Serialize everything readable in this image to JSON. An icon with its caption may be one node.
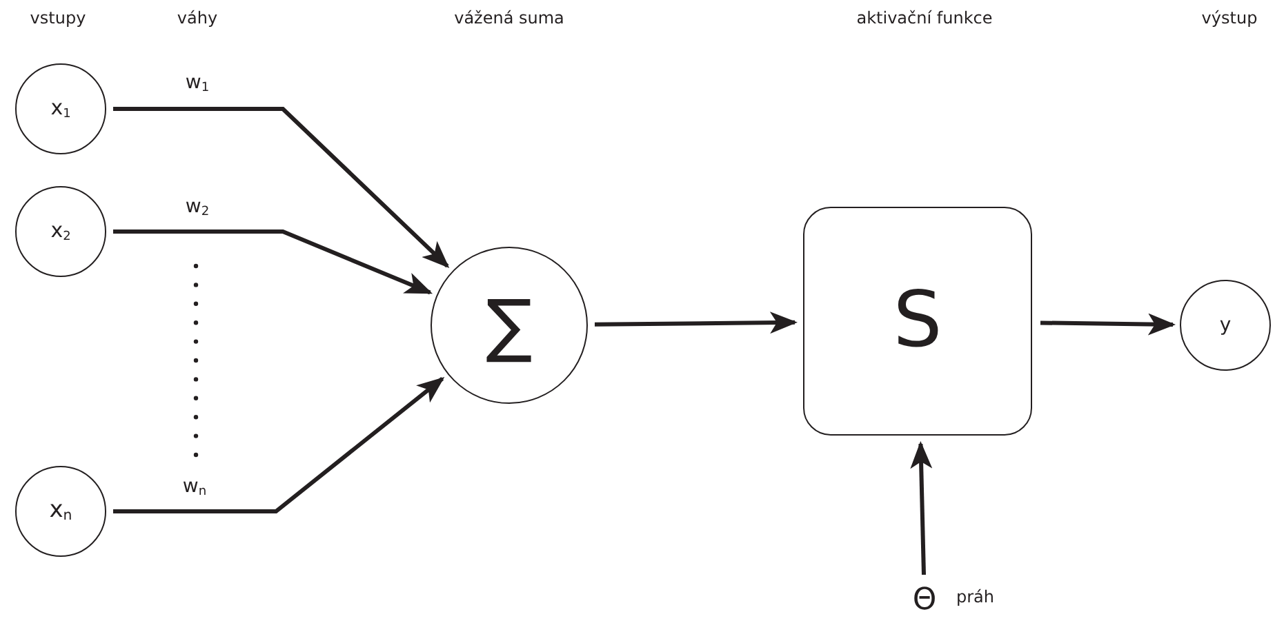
{
  "diagram": {
    "nodes": [
      {
        "text": [
          "x$_{1}$"
        ]
      },
      {
        "text": [
          "x$_{2}$"
        ]
      },
      {
        "text": [
          "x$_{n}$"
        ]
      },
      {
        "text": [
          "∑"
        ]
      },
      {
        "text": [
          "S"
        ]
      },
      {
        "text": [
          "y"
        ]
      },
      {
        "text": [
          "Θ"
        ],
        "beside": [
          "práh"
        ]
      }
    ],
    "edges": [
      {
        "from": 0,
        "to": 3,
        "arrow": "to",
        "label": "w$_{1}$"
      },
      {
        "from": 1,
        "to": 3,
        "arrow": "to",
        "label": "w$_{2}$"
      },
      {
        "from": 2,
        "to": 3,
        "arrow": "to",
        "label": "w$_{n}$"
      },
      {
        "from": 3,
        "to": 4,
        "arrow": "to"
      },
      {
        "from": 4,
        "to": 5,
        "arrow": "to"
      },
      {
        "from": 6,
        "to": 4,
        "arrow": "to"
      }
    ],
    "labels": [
      "vstupy",
      "váhy",
      "vážená suma",
      "aktivační funkce",
      "výstup"
    ]
  }
}
